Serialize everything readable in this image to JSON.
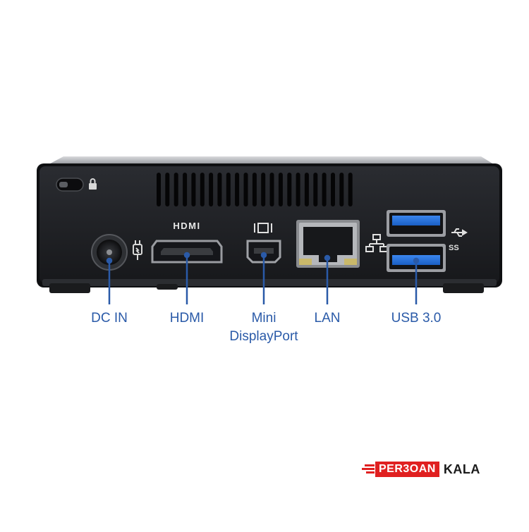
{
  "ports": [
    {
      "id": "dc-in",
      "lines": [
        "DC IN"
      ]
    },
    {
      "id": "hdmi",
      "lines": [
        "HDMI"
      ]
    },
    {
      "id": "mini-displayport",
      "lines": [
        "Mini",
        "DisplayPort"
      ]
    },
    {
      "id": "lan",
      "lines": [
        "LAN"
      ]
    },
    {
      "id": "usb",
      "lines": [
        "USB 3.0"
      ]
    }
  ],
  "device_markings": {
    "hdmi_logo": "HDMI"
  },
  "icons": [
    "lock-icon",
    "power-plug-icon",
    "displayport-icon",
    "network-icon",
    "usb-superspeed-icon"
  ],
  "colors": {
    "label_blue": "#2a5aa8",
    "usb_port_blue": "#1f6fd6",
    "chassis_dark": "#1c1e22",
    "brand_red": "#e02020"
  },
  "brand": {
    "part1": "PER3OAN",
    "part2": "KALA"
  }
}
